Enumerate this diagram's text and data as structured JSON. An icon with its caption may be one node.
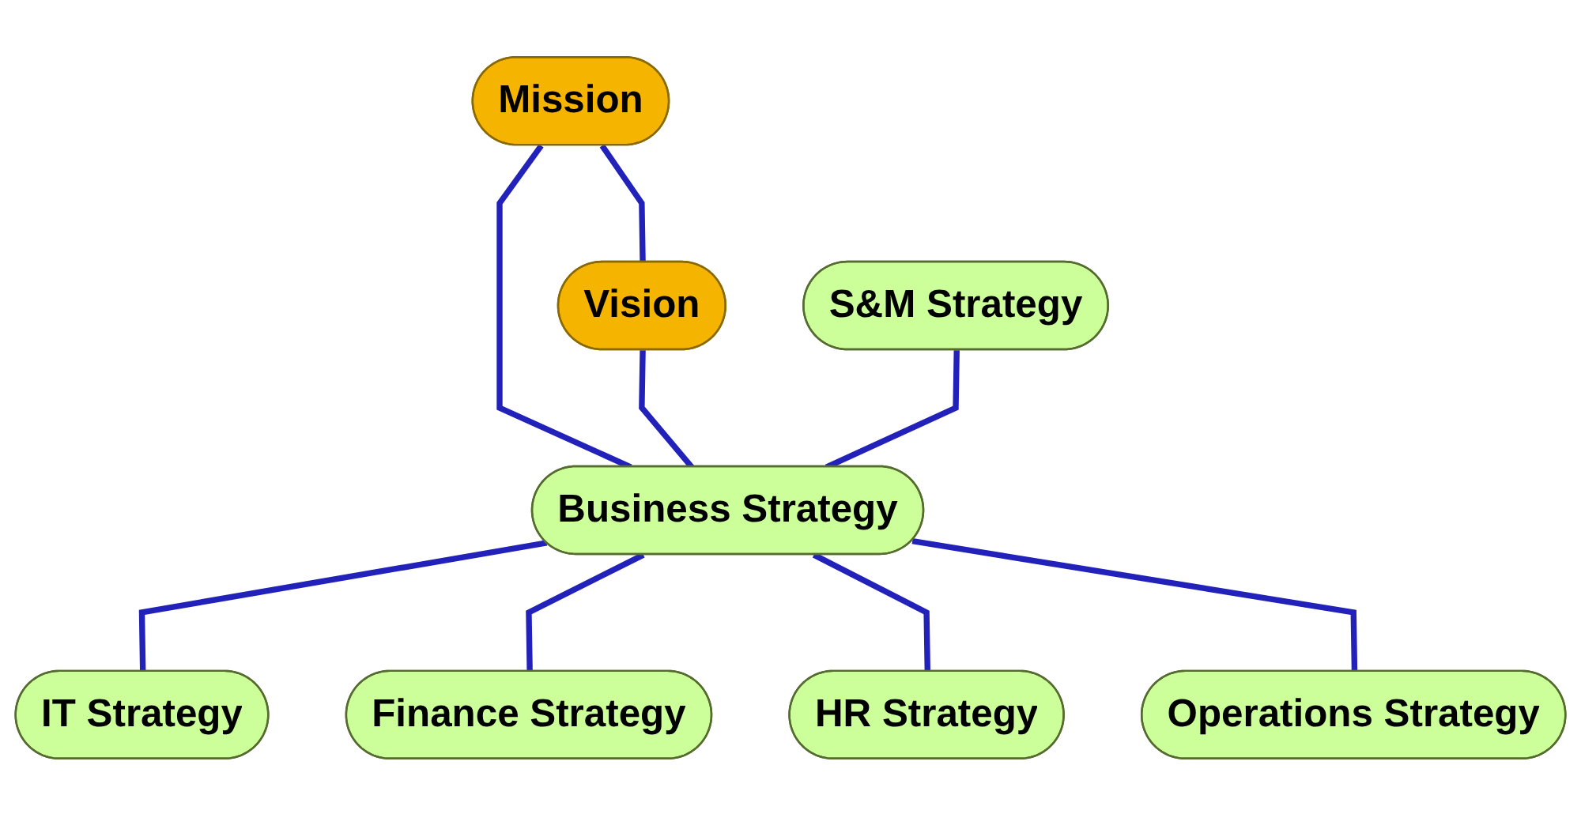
{
  "diagram": {
    "nodes": [
      {
        "text": [
          "Mission"
        ]
      },
      {
        "text": [
          "Vision"
        ]
      },
      {
        "text": [
          "S&M Strategy"
        ]
      },
      {
        "text": [
          "Business Strategy"
        ]
      },
      {
        "text": [
          "IT Strategy"
        ]
      },
      {
        "text": [
          "Finance Strategy"
        ]
      },
      {
        "text": [
          "HR Strategy"
        ]
      },
      {
        "text": [
          "Operations Strategy"
        ]
      }
    ],
    "edges": [
      {
        "from": 0,
        "to": 1,
        "arrow": "none"
      },
      {
        "from": 0,
        "to": 3,
        "arrow": "none"
      },
      {
        "from": 1,
        "to": 3,
        "arrow": "none"
      },
      {
        "from": 2,
        "to": 3,
        "arrow": "none"
      },
      {
        "from": 3,
        "to": 4,
        "arrow": "none"
      },
      {
        "from": 3,
        "to": 5,
        "arrow": "none"
      },
      {
        "from": 3,
        "to": 6,
        "arrow": "none"
      },
      {
        "from": 3,
        "to": 7,
        "arrow": "none"
      }
    ]
  }
}
